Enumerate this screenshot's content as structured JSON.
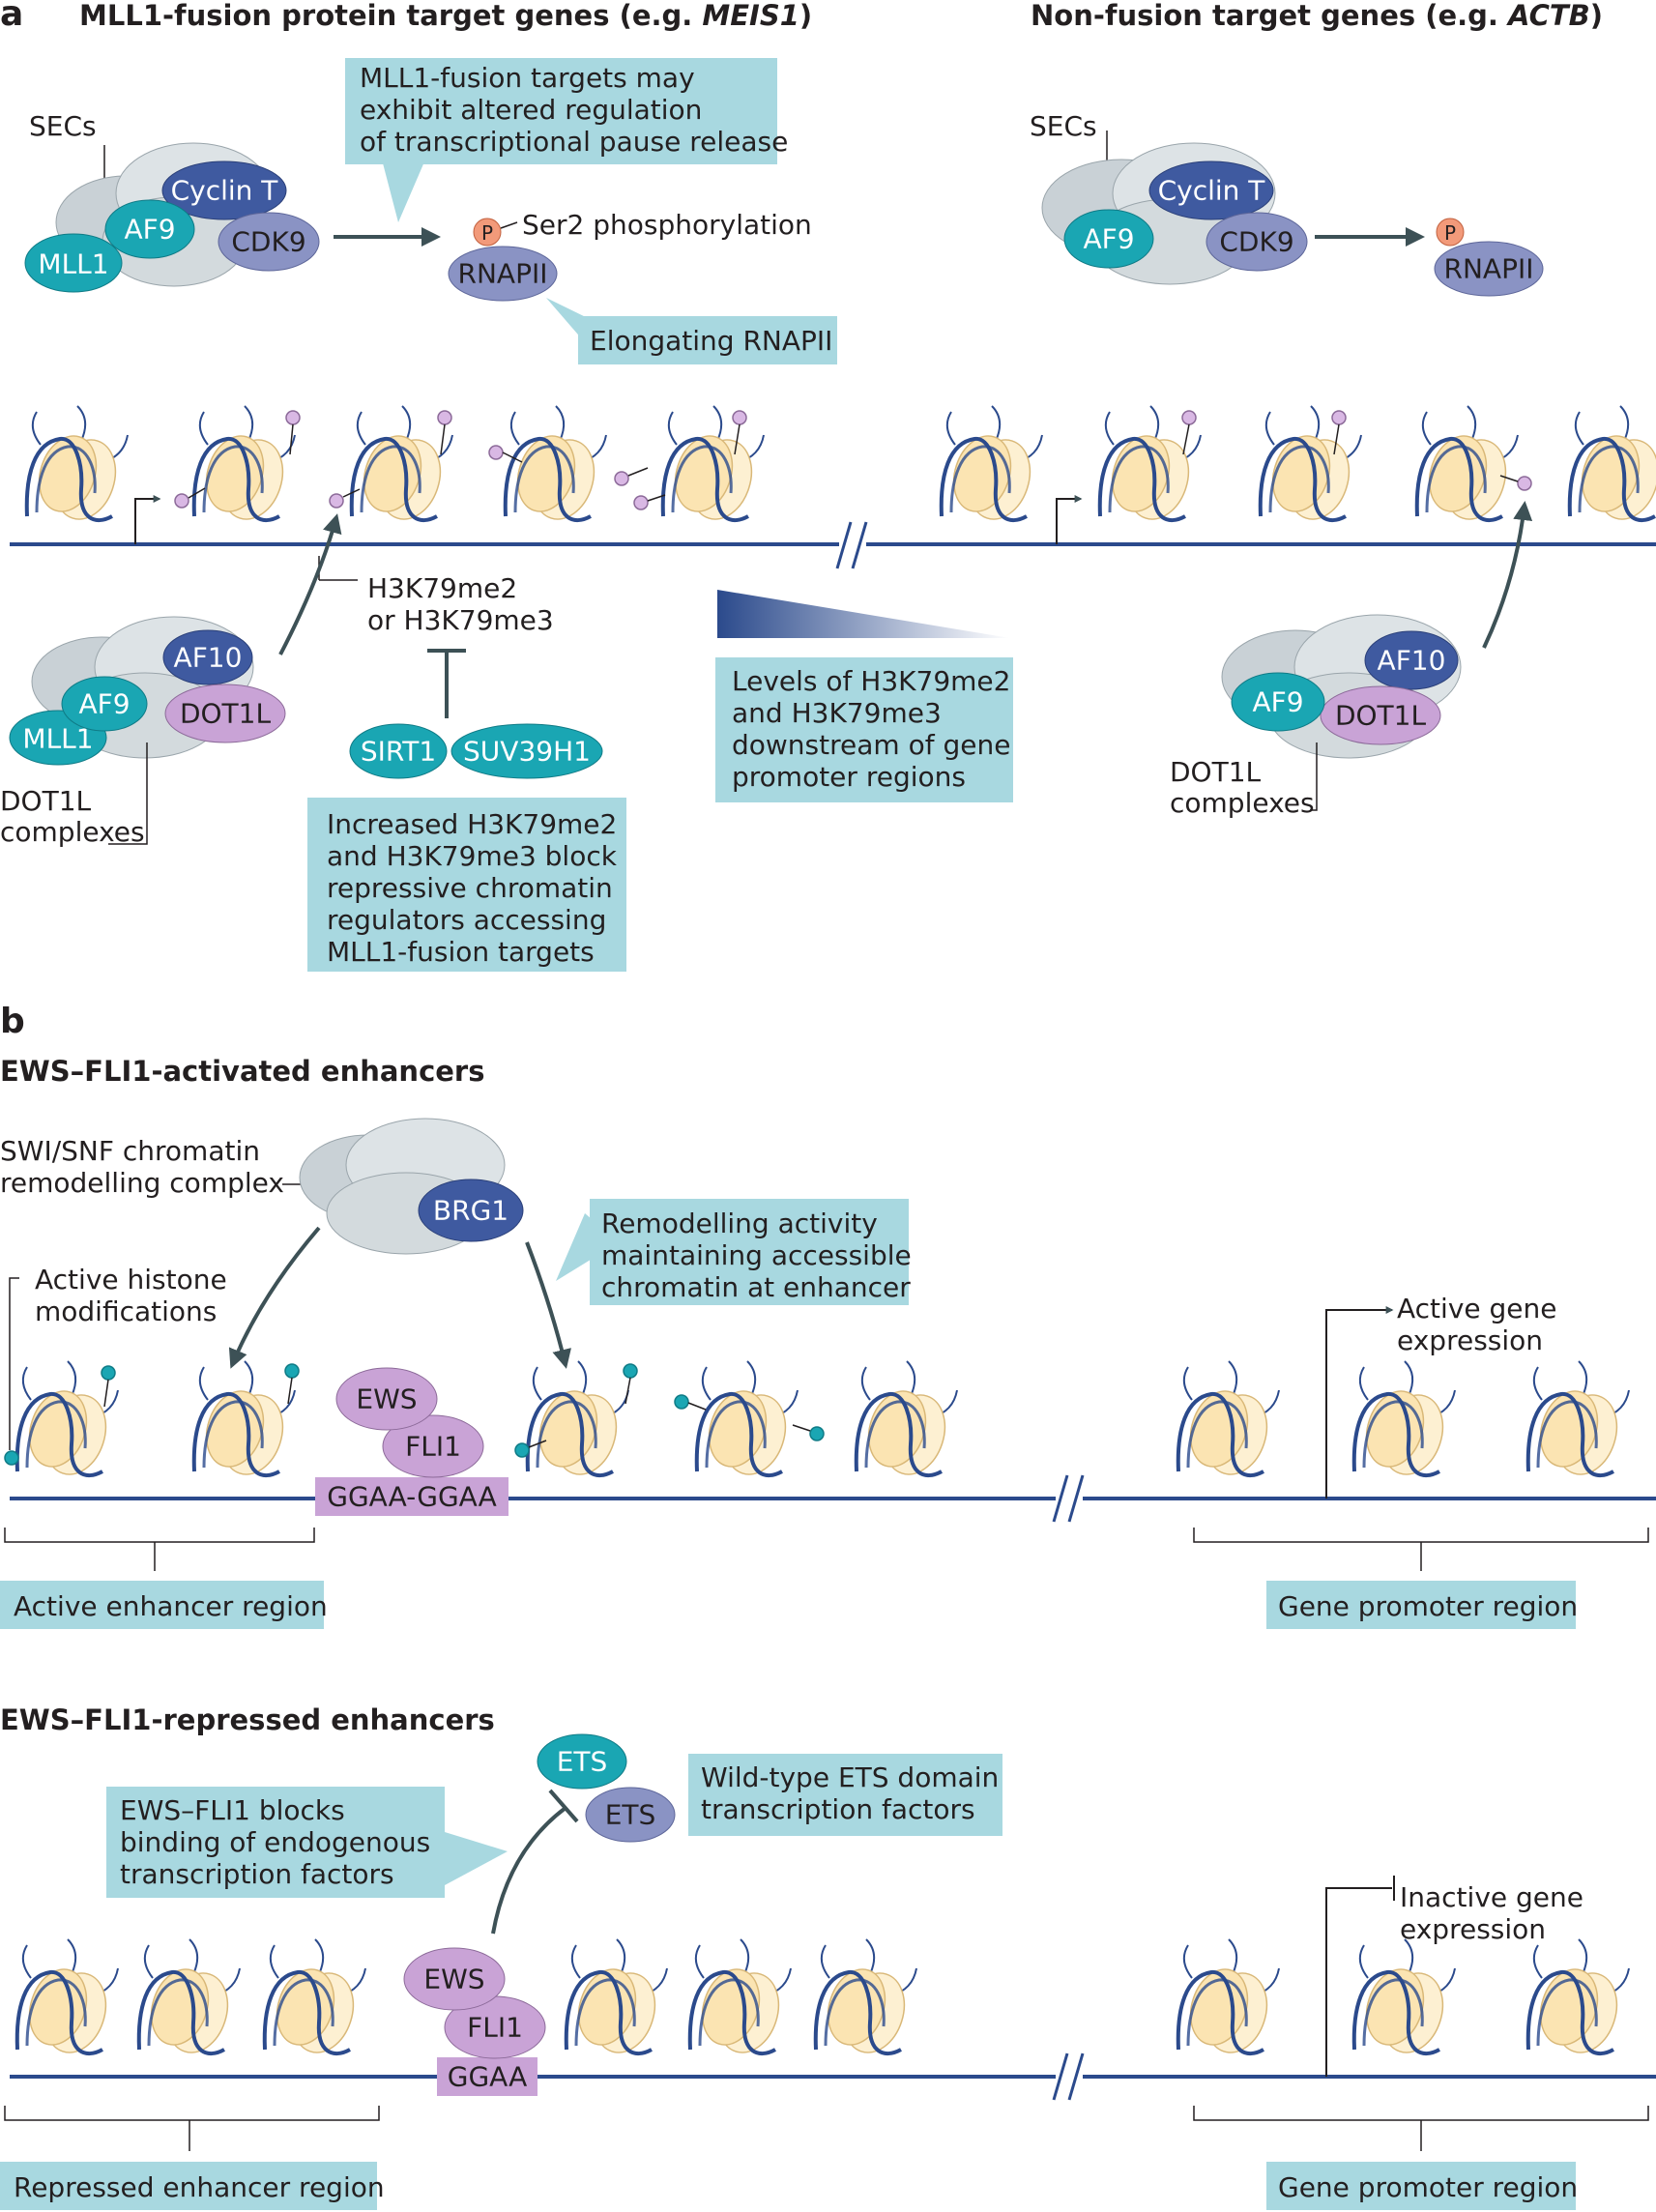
{
  "panel_a": {
    "letter": "a",
    "fusion_heading": "MLL1-fusion protein target genes (e.g. ",
    "fusion_heading_gene": "MEIS1",
    "fusion_heading_end": ")",
    "nonfusion_heading": "Non-fusion target genes (e.g. ",
    "nonfusion_heading_gene": "ACTB",
    "nonfusion_heading_end": ")",
    "secs_label": "SECs",
    "cyclin_t": "Cyclin T",
    "af9": "AF9",
    "cdk9": "CDK9",
    "mll1": "MLL1",
    "p": "P",
    "ser2": "Ser2 phosphorylation",
    "rnapii": "RNAPII",
    "callout_pause": [
      "MLL1-fusion targets may",
      "exhibit altered regulation",
      "of transcriptional pause release"
    ],
    "callout_elongating": "Elongating RNAPII",
    "h3k79_label": [
      "H3K79me2",
      "or H3K79me3"
    ],
    "af10": "AF10",
    "dot1l": "DOT1L",
    "dot1l_complexes": [
      "DOT1L",
      "complexes"
    ],
    "sirt1": "SIRT1",
    "suv39h1": "SUV39H1",
    "callout_block": [
      "Increased H3K79me2",
      "and H3K79me3 block",
      "repressive chromatin",
      "regulators accessing",
      "MLL1-fusion targets"
    ],
    "callout_levels": [
      "Levels of H3K79me2",
      "and H3K79me3",
      "downstream of gene",
      "promoter regions"
    ]
  },
  "panel_b": {
    "letter": "b",
    "activated_heading": "EWS–FLI1-activated enhancers",
    "swisnf_label": [
      "SWI/SNF chromatin",
      "remodelling complex"
    ],
    "brg1": "BRG1",
    "callout_remodel": [
      "Remodelling activity",
      "maintaining accessible",
      "chromatin at enhancer"
    ],
    "active_mods": [
      "Active histone",
      "modifications"
    ],
    "ews": "EWS",
    "fli1": "FLI1",
    "ggaa_repeat": "GGAA-GGAA",
    "active_expression": [
      "Active gene",
      "expression"
    ],
    "active_enhancer_region": "Active enhancer region",
    "gene_promoter_region": "Gene promoter region",
    "repressed_heading": "EWS–FLI1-repressed enhancers",
    "ets": "ETS",
    "callout_blocks": [
      "EWS–FLI1 blocks",
      "binding of endogenous",
      "transcription factors"
    ],
    "callout_wildtype": [
      "Wild-type ETS domain",
      "transcription factors"
    ],
    "inactive_expression": [
      "Inactive gene",
      "expression"
    ],
    "ggaa": "GGAA",
    "repressed_enhancer_region": "Repressed enhancer region"
  },
  "colors": {
    "callout": "#a8d8e0",
    "dna": "#2b4a8c",
    "nucleosome": "#fbe4b2",
    "teal": "#1aa6b3",
    "violet": "#8a93c4",
    "darkblue": "#3f5aa0",
    "lilac": "#c9a3d6",
    "grey_complex": "#c9d1d6",
    "p_circle": "#f29a7a",
    "arrow": "#3d5156"
  }
}
